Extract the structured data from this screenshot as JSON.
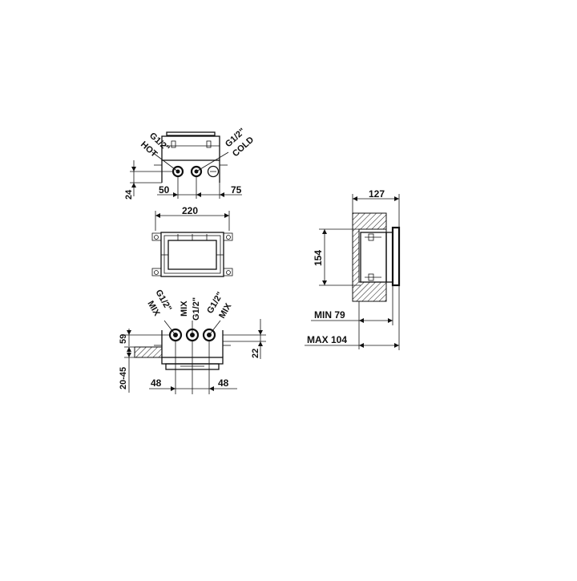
{
  "diagram": {
    "top_view": {
      "hot_size": "G1/2\"",
      "hot_label": "HOT",
      "cold_size": "G1/2\"",
      "cold_label": "COLD",
      "dim_left": "50",
      "dim_right": "75",
      "dim_height": "24"
    },
    "front_view": {
      "dim_width": "220"
    },
    "bottom_view": {
      "left_size": "G1/2\"",
      "left_label": "MIX",
      "center_size": "G1/2\"",
      "center_label": "MIX",
      "right_size": "G1/2\"",
      "right_label": "MIX",
      "dim_left": "48",
      "dim_right": "48",
      "dim_depth": "59",
      "dim_wall": "20-45",
      "dim_offset": "22"
    },
    "side_view": {
      "dim_top": "127",
      "dim_height": "154",
      "dim_min": "MIN 79",
      "dim_max": "MAX 104"
    },
    "colors": {
      "line": "#111111",
      "background": "#ffffff"
    }
  }
}
